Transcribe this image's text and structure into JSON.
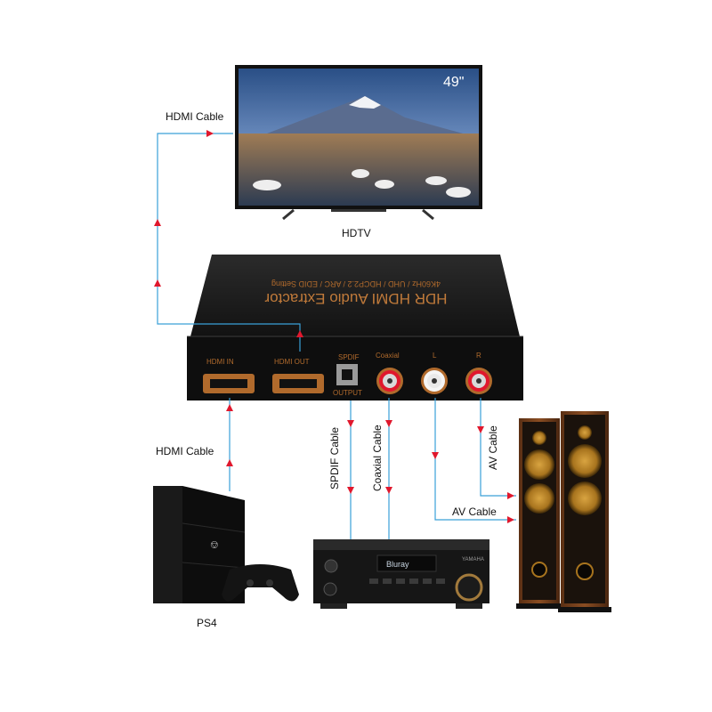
{
  "tv": {
    "size_badge": "49\"",
    "label": "HDTV"
  },
  "device": {
    "title": "HDR HDMI Audio Extractor",
    "subtitle": "4K60Hz / UHD / HDCP2.2 / ARC / EDID Setting",
    "ports": {
      "hdmi_in": "HDMI IN",
      "hdmi_out": "HDMI OUT",
      "spdif": "SPDIF",
      "output": "OUTPUT",
      "coaxial": "Coaxial",
      "left": "L",
      "right": "R"
    }
  },
  "cables": {
    "hdmi_top": "HDMI Cable",
    "hdmi_bottom": "HDMI Cable",
    "spdif": "SPDIF Cable",
    "coaxial": "Coaxial Cable",
    "av_vertical": "AV Cable",
    "av_horizontal": "AV Cable"
  },
  "sources": {
    "ps4_label": "PS4"
  },
  "receiver": {
    "display": "Bluray",
    "brand": "YAMAHA"
  },
  "colors": {
    "cable": "#3aa0d8",
    "arrow": "#e0182d",
    "device_body": "#151515",
    "port_copper": "#b06a2c"
  }
}
